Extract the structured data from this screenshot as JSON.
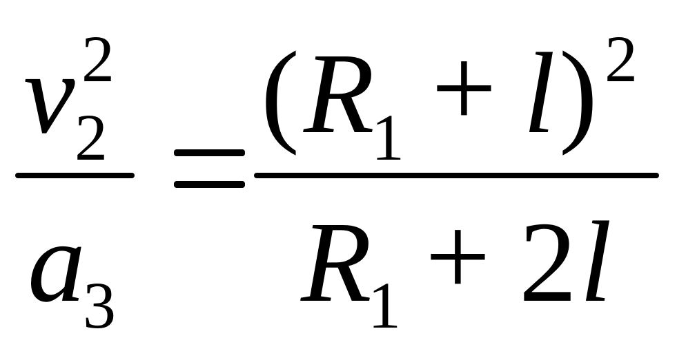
{
  "equation": {
    "left": {
      "numerator": {
        "base": "v",
        "subscript": "2",
        "superscript": "2"
      },
      "denominator": {
        "base": "a",
        "subscript": "3"
      }
    },
    "relation": "=",
    "right": {
      "numerator": {
        "open_paren": "(",
        "term1": "R",
        "term1_subscript": "1",
        "operator": "+",
        "term2": "l",
        "close_paren": ")",
        "superscript": "2"
      },
      "denominator": {
        "term1": "R",
        "term1_subscript": "1",
        "operator": "+",
        "coefficient": "2",
        "term2": "l"
      }
    }
  }
}
